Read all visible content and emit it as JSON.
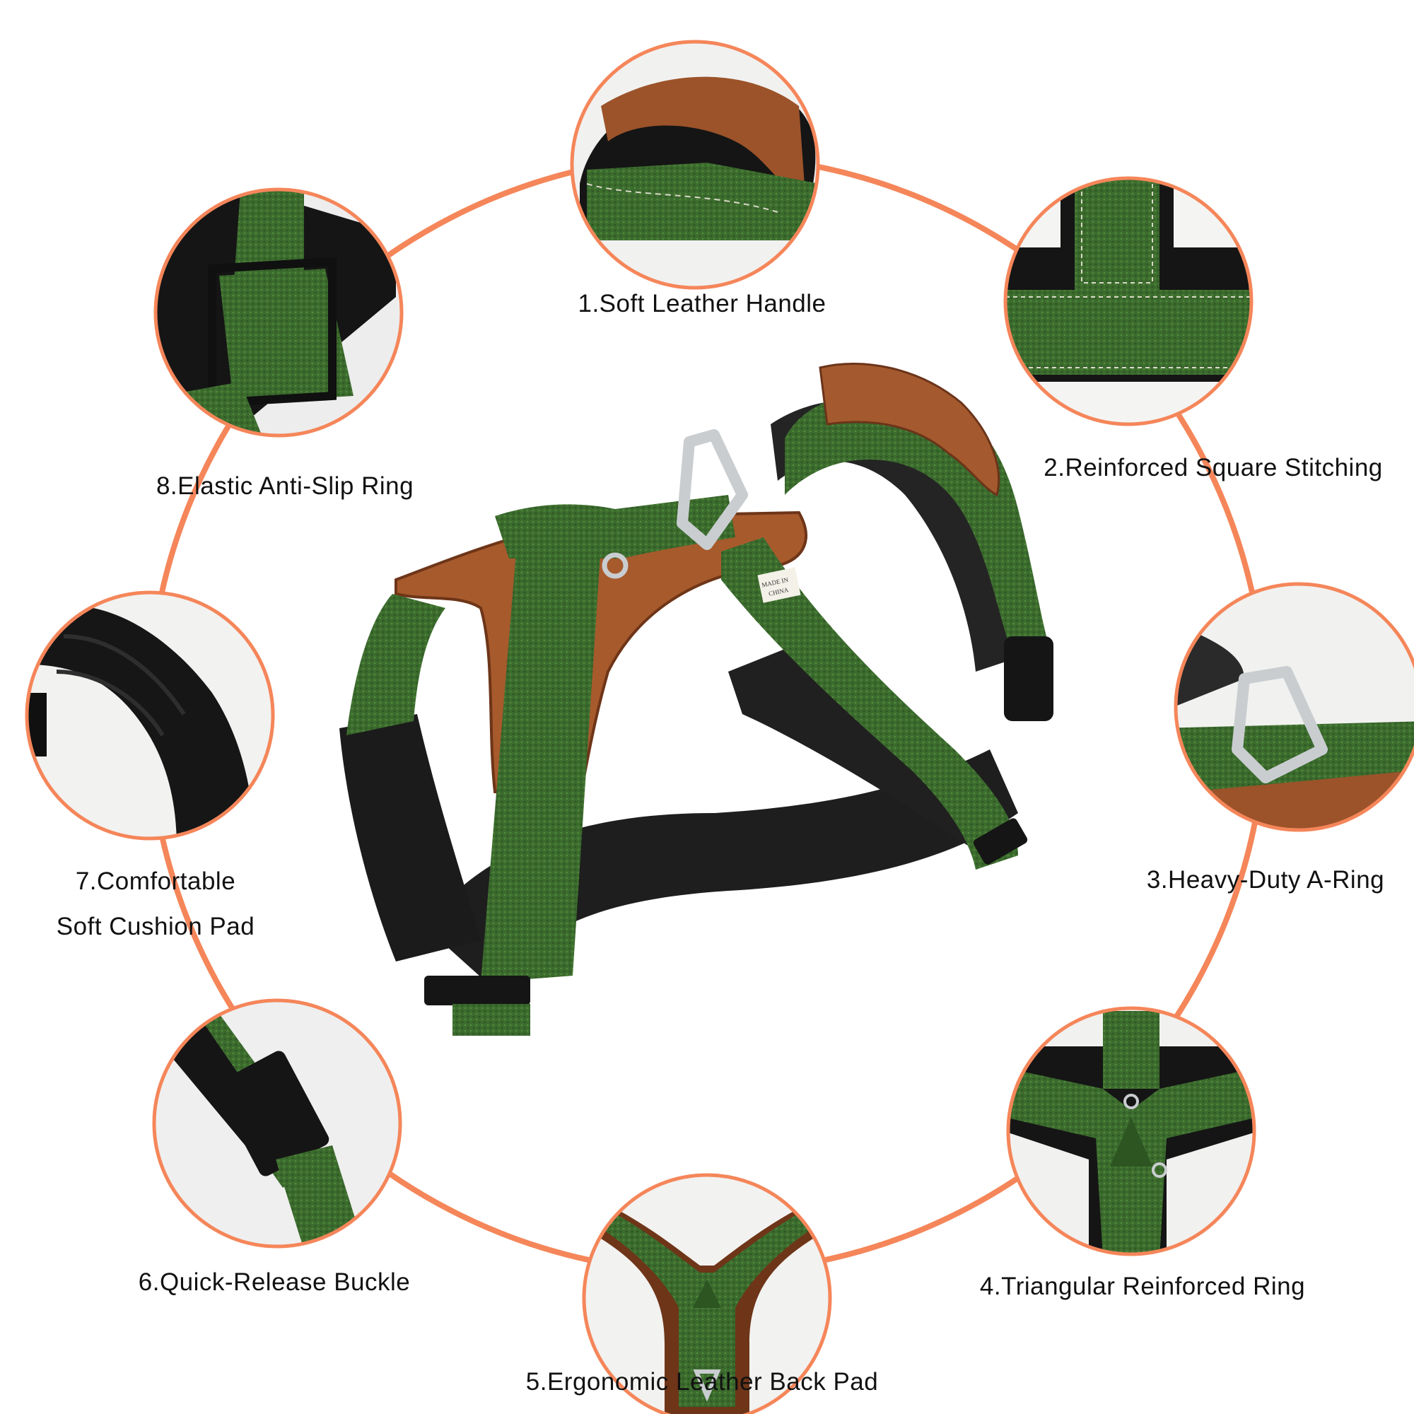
{
  "colors": {
    "ring": "#F5865A",
    "strap_green": "#3C6B2E",
    "strap_green_dark": "#24481C",
    "leather": "#A75A2C",
    "leather_dark": "#6E3518",
    "padding_black": "#1E1E1E",
    "metal": "#C9CDD0",
    "background": "#FFFFFF"
  },
  "features": [
    {
      "number": "1",
      "label": "1.Soft Leather Handle",
      "detail_image": "leather-handle-closeup"
    },
    {
      "number": "2",
      "label": "2.Reinforced Square Stitching",
      "detail_image": "square-stitching-closeup"
    },
    {
      "number": "3",
      "label": "3.Heavy-Duty A-Ring",
      "detail_image": "a-ring-closeup"
    },
    {
      "number": "4",
      "label": "4.Triangular Reinforced Ring",
      "detail_image": "triangular-ring-closeup"
    },
    {
      "number": "5",
      "label": "5.Ergonomic Leather Back Pad",
      "detail_image": "leather-back-pad-closeup"
    },
    {
      "number": "6",
      "label": "6.Quick-Release Buckle",
      "detail_image": "buckle-closeup"
    },
    {
      "number": "7",
      "label_lines": [
        "7.Comfortable",
        "Soft Cushion Pad"
      ],
      "detail_image": "cushion-pad-closeup"
    },
    {
      "number": "8",
      "label": "8.Elastic Anti-Slip Ring",
      "detail_image": "elastic-ring-closeup"
    }
  ],
  "product": {
    "name": "green-dog-harness-photo",
    "tag_text": [
      "MADE IN",
      "CHINA"
    ]
  }
}
